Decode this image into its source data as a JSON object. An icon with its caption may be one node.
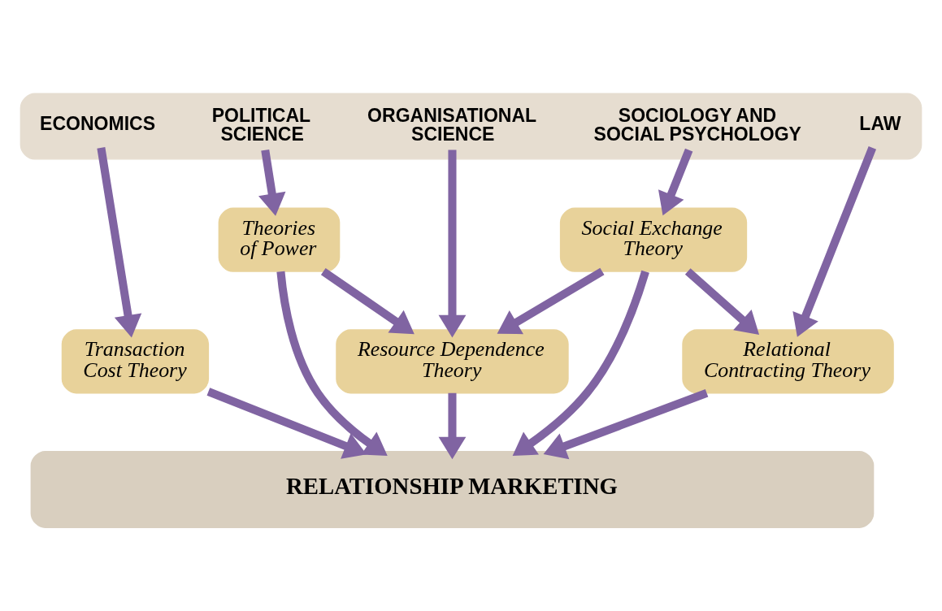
{
  "diagram": {
    "nodes": [
      {
        "text": [],
        "shape": "box"
      },
      {
        "text": [
          "ECONOMICS"
        ],
        "in": 0
      },
      {
        "text": [
          "POLITICAL SCIENCE"
        ],
        "in": 0
      },
      {
        "text": [
          "ORGANISATIONAL SCIENCE"
        ],
        "in": 0
      },
      {
        "text": [
          "SOCIOLOGY AND SOCIAL PSYCHOLOGY"
        ],
        "in": 0
      },
      {
        "text": [
          "LAW"
        ],
        "in": 0
      },
      {
        "text": [
          "Theories of Power"
        ]
      },
      {
        "text": [
          "Social Exchange Theory"
        ]
      },
      {
        "text": [
          "Transaction Cost Theory"
        ]
      },
      {
        "text": [
          "Resource Dependence Theory"
        ]
      },
      {
        "text": [
          "Relational Contracting Theory"
        ]
      },
      {
        "text": [
          "RELATIONSHIP MARKETING"
        ]
      }
    ],
    "edges": [
      {
        "from": 1,
        "to": 8,
        "arrow": "to"
      },
      {
        "from": 2,
        "to": 6,
        "arrow": "to"
      },
      {
        "from": 3,
        "to": 9,
        "arrow": "to"
      },
      {
        "from": 4,
        "to": 7,
        "arrow": "to"
      },
      {
        "from": 5,
        "to": 10,
        "arrow": "to"
      },
      {
        "from": 6,
        "to": 11,
        "arrow": "to"
      },
      {
        "from": 6,
        "to": 9,
        "arrow": "to"
      },
      {
        "from": 7,
        "to": 9,
        "arrow": "to"
      },
      {
        "from": 7,
        "to": 11,
        "arrow": "to"
      },
      {
        "from": 7,
        "to": 10,
        "arrow": "to"
      },
      {
        "from": 8,
        "to": 11,
        "arrow": "to"
      },
      {
        "from": 9,
        "to": 11,
        "arrow": "to"
      },
      {
        "from": 10,
        "to": 11,
        "arrow": "to"
      }
    ]
  }
}
